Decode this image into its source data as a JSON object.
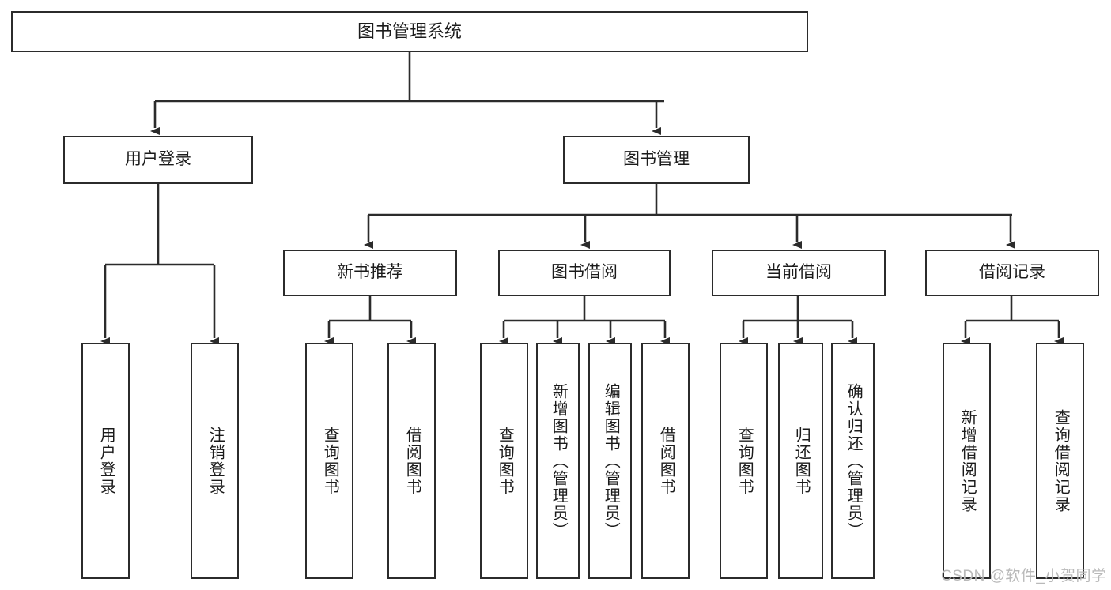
{
  "diagram": {
    "type": "tree",
    "title": "图书管理系统",
    "watermark": "CSDN @软件_小贺同学",
    "colors": {
      "stroke": "#2b2b2b",
      "fill": "#ffffff",
      "text": "#1b1b1b",
      "watermark": "#b9b9b9"
    },
    "levels": {
      "root": {
        "label": "图书管理系统"
      },
      "level2": [
        {
          "id": "user-login",
          "label": "用户登录"
        },
        {
          "id": "book-manage",
          "label": "图书管理"
        }
      ],
      "level3": [
        {
          "id": "new-book-recommend",
          "label": "新书推荐"
        },
        {
          "id": "book-borrow",
          "label": "图书借阅"
        },
        {
          "id": "current-borrow",
          "label": "当前借阅"
        },
        {
          "id": "borrow-record",
          "label": "借阅记录"
        }
      ],
      "leaves": [
        {
          "id": "leaf-user-login",
          "label": "用户登录",
          "parent": "user-login"
        },
        {
          "id": "leaf-logout-login",
          "label": "注销登录",
          "parent": "user-login"
        },
        {
          "id": "leaf-query-book-1",
          "label": "查询图书",
          "parent": "new-book-recommend"
        },
        {
          "id": "leaf-borrow-book-1",
          "label": "借阅图书",
          "parent": "new-book-recommend"
        },
        {
          "id": "leaf-query-book-2",
          "label": "查询图书",
          "parent": "book-borrow"
        },
        {
          "id": "leaf-add-book",
          "label": "新增图书（管理员）",
          "parent": "book-borrow"
        },
        {
          "id": "leaf-edit-book",
          "label": "编辑图书（管理员）",
          "parent": "book-borrow"
        },
        {
          "id": "leaf-borrow-book-2",
          "label": "借阅图书",
          "parent": "book-borrow"
        },
        {
          "id": "leaf-query-book-3",
          "label": "查询图书",
          "parent": "current-borrow"
        },
        {
          "id": "leaf-return-book",
          "label": "归还图书",
          "parent": "current-borrow"
        },
        {
          "id": "leaf-confirm-return",
          "label": "确认归还（管理员）",
          "parent": "current-borrow"
        },
        {
          "id": "leaf-add-record",
          "label": "新增借阅记录",
          "parent": "borrow-record"
        },
        {
          "id": "leaf-query-record",
          "label": "查询借阅记录",
          "parent": "borrow-record"
        }
      ]
    }
  }
}
